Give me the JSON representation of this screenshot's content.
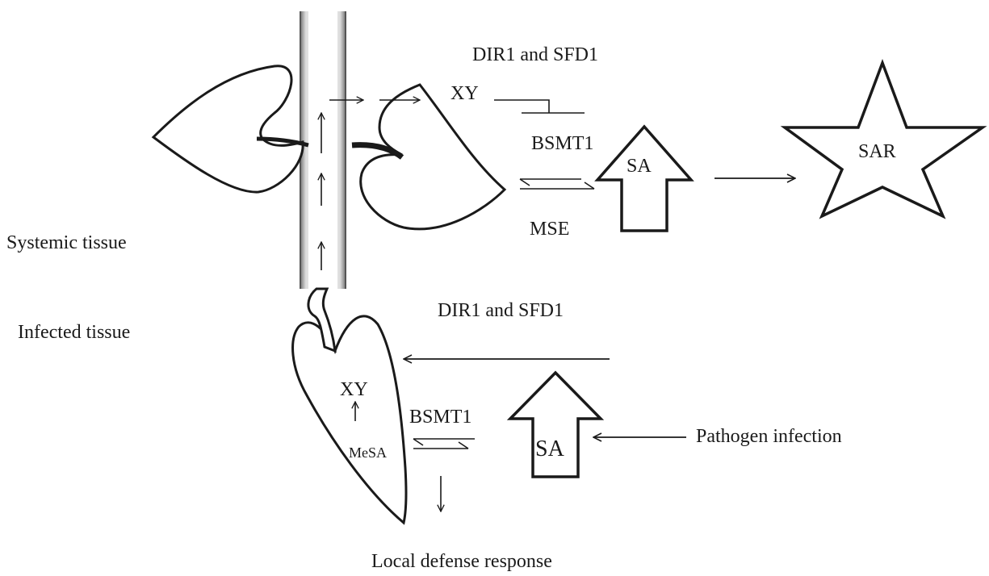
{
  "labels": {
    "systemic_tissue": "Systemic tissue",
    "infected_tissue": "Infected tissue",
    "dir1_sfd1_top": "DIR1 and SFD1",
    "xy_top": "XY",
    "bsmt1_top": "BSMT1",
    "sa_top": "SA",
    "mse": "MSE",
    "sar": "SAR",
    "dir1_sfd1_bottom": "DIR1 and SFD1",
    "xy_bottom": "XY",
    "bsmt1_bottom": "BSMT1",
    "mesa": "MeSA",
    "sa_bottom": "SA",
    "pathogen_infection": "Pathogen infection",
    "local_defense_response": "Local defense response"
  },
  "colors": {
    "ink": "#1a1a1a",
    "stem_fill": "#ffffff",
    "stem_edge": "#9a9a9a",
    "background": "#ffffff"
  },
  "icons": [
    "leaf-shape",
    "stem-tube",
    "block-arrow",
    "star"
  ]
}
